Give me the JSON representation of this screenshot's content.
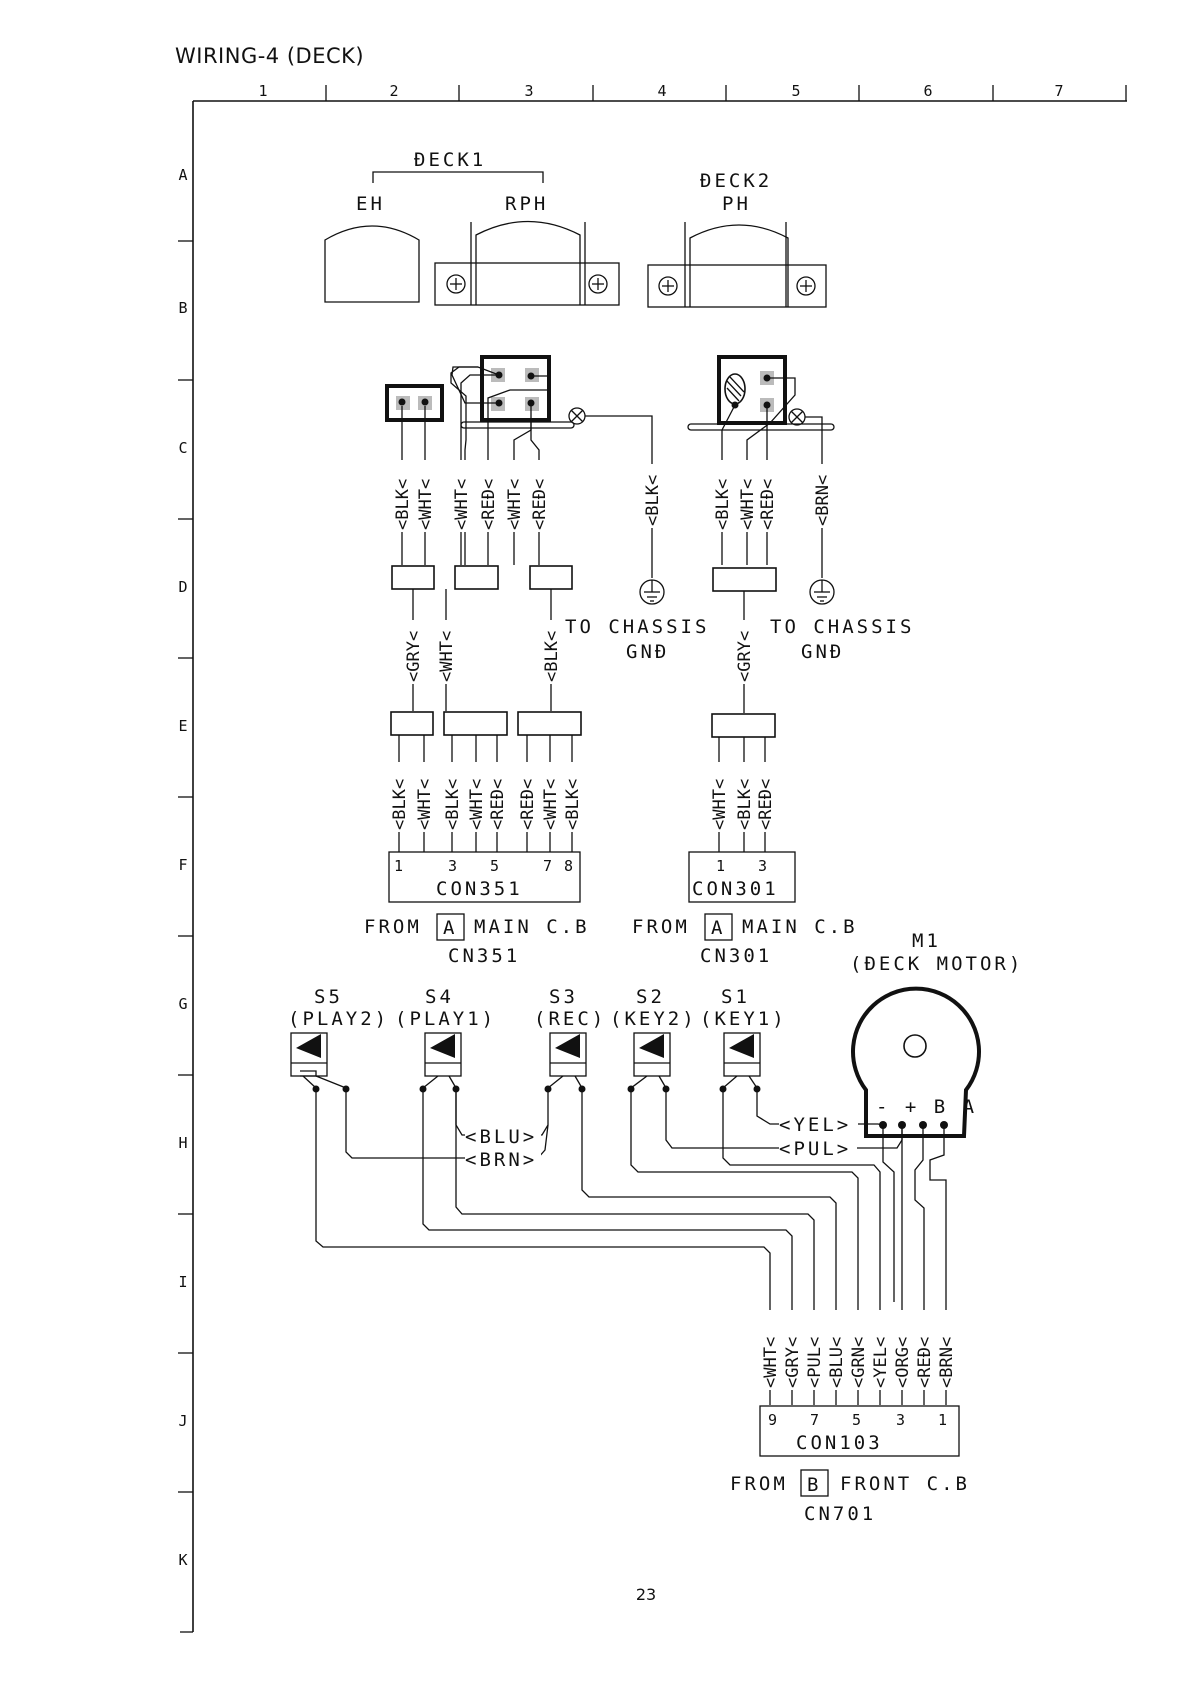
{
  "page": {
    "title": "WIRING-4 (DECK)",
    "number": "23"
  },
  "grid": {
    "columns": [
      "1",
      "2",
      "3",
      "4",
      "5",
      "6",
      "7"
    ],
    "rows": [
      "A",
      "B",
      "C",
      "D",
      "E",
      "F",
      "G",
      "H",
      "I",
      "J",
      "K"
    ]
  },
  "labels": {
    "deck1": "ĐECK1",
    "eh": "EH",
    "rph": "RPH",
    "deck2": "ĐECK2",
    "ph": "PH",
    "to_chassis_1": "TO CHASSIS",
    "gnd_1": "GNĐ",
    "to_chassis_2": "TO CHASSIS",
    "gnd_2": "GNĐ",
    "from_main_1": "FROM",
    "main_cb_1": "MAIN C.B",
    "cn351": "CN351",
    "from_main_2": "FROM",
    "main_cb_2": "MAIN C.B",
    "cn301": "CN301",
    "board_a_1": "A",
    "board_a_2": "A",
    "from_front": "FROM",
    "front_cb": "FRONT C.B",
    "cn701": "CN701",
    "board_b": "B",
    "motor_id": "M1",
    "motor_name": "(ĐECK MOTOR)",
    "motor_pins": "- + B A"
  },
  "connectors": {
    "con351": {
      "name": "CON351",
      "pins": [
        "1",
        "3",
        "5",
        "7",
        "8"
      ]
    },
    "con301": {
      "name": "CON301",
      "pins": [
        "1",
        "3"
      ]
    },
    "con103": {
      "name": "CON103",
      "pins": [
        "9",
        "7",
        "5",
        "3",
        "1"
      ]
    }
  },
  "switches": [
    {
      "id": "S5",
      "name": "(PLAY2)"
    },
    {
      "id": "S4",
      "name": "(PLAY1)"
    },
    {
      "id": "S3",
      "name": "(REC)"
    },
    {
      "id": "S2",
      "name": "(KEY2)"
    },
    {
      "id": "S1",
      "name": "(KEY1)"
    }
  ],
  "wires": {
    "eh_upper": [
      "<BLK<",
      "<WHT<"
    ],
    "rph_upper_a": [
      "<WHT<",
      "<REĐ<"
    ],
    "rph_upper_b": [
      "<WHT<",
      "<REĐ<"
    ],
    "gnd_wire_1": "<BLK<",
    "ph_upper": [
      "<BLK<",
      "<WHT<",
      "<REĐ<"
    ],
    "gnd_wire_2": "<BRN<",
    "mid_1": "<GRY<",
    "mid_2": "<WHT<",
    "mid_3": "<BLK<",
    "mid_4": "<GRY<",
    "low_1": [
      "<BLK<",
      "<WHT<"
    ],
    "low_2": [
      "<BLK<",
      "<WHT<",
      "<REĐ<"
    ],
    "low_3": [
      "<REĐ<",
      "<WHT<",
      "<BLK<"
    ],
    "low_4": [
      "<WHT<",
      "<BLK<",
      "<REĐ<"
    ],
    "switch_blu": "<BLU>",
    "switch_brn": "<BRN>",
    "motor_yel": "<YEL>",
    "motor_pul": "<PUL>",
    "con103_wires": [
      "<WHT<",
      "<GRY<",
      "<PUL<",
      "<BLU<",
      "<GRN<",
      "<YEL<",
      "<ORG<",
      "<REĐ<",
      "<BRN<"
    ]
  }
}
